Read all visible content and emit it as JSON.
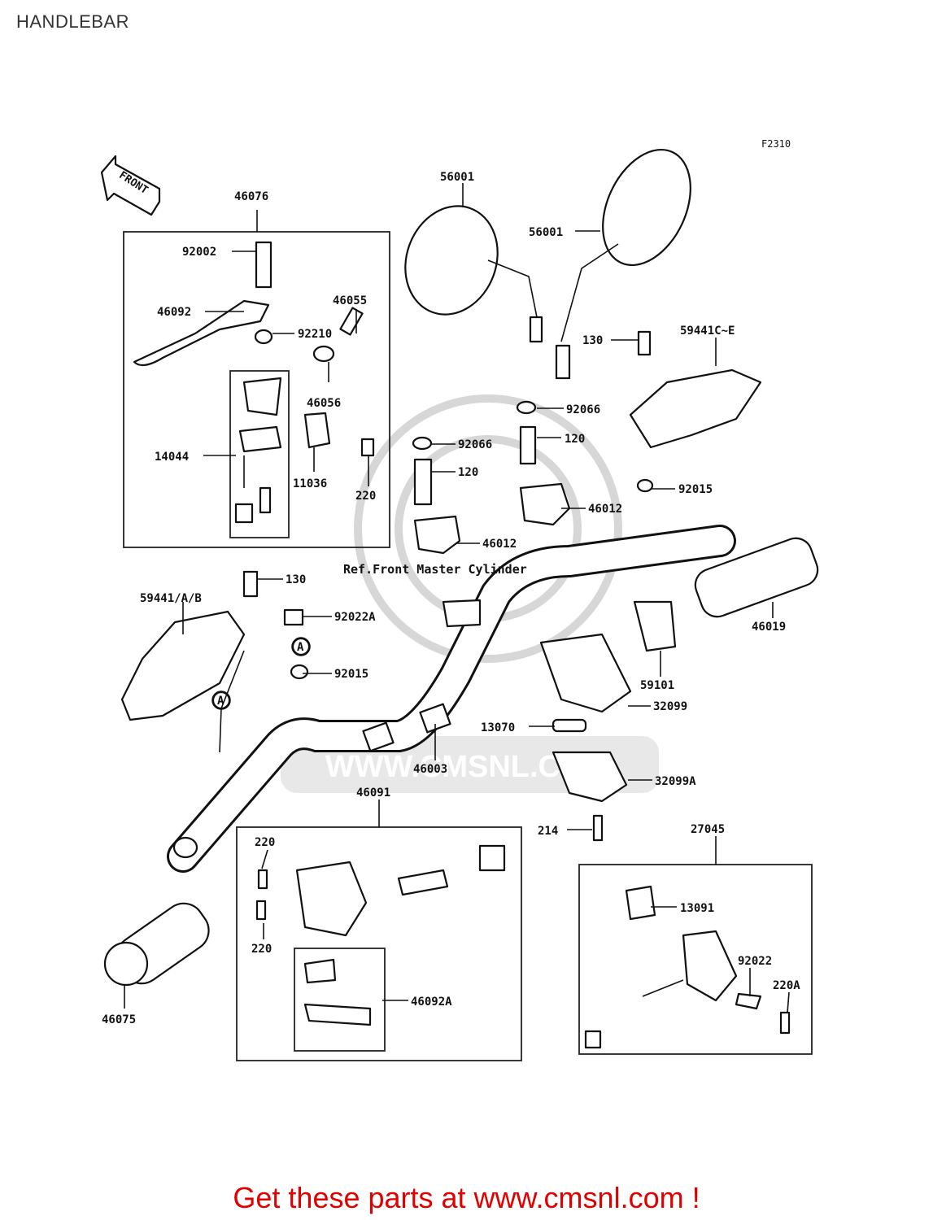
{
  "title": "HANDLEBAR",
  "figure_code": "F2310",
  "front_arrow_label": "FRONT",
  "reference_note": "Ref.Front Master Cylinder",
  "watermark": "WWW.CMSNL.COM",
  "footer": "Get these parts at www.cmsnl.com !",
  "colors": {
    "footer": "#e00000",
    "line": "#111111",
    "watermark": "#d7d7d7"
  },
  "callouts": [
    {
      "id": "46076",
      "text": "46076"
    },
    {
      "id": "92002",
      "text": "92002"
    },
    {
      "id": "46092",
      "text": "46092"
    },
    {
      "id": "92210",
      "text": "92210"
    },
    {
      "id": "46055",
      "text": "46055"
    },
    {
      "id": "46056",
      "text": "46056"
    },
    {
      "id": "14044",
      "text": "14044"
    },
    {
      "id": "11036",
      "text": "11036"
    },
    {
      "id": "220-left",
      "text": "220"
    },
    {
      "id": "56001-a",
      "text": "56001"
    },
    {
      "id": "56001-b",
      "text": "56001"
    },
    {
      "id": "130-right",
      "text": "130"
    },
    {
      "id": "59441C-E",
      "text": "59441C~E"
    },
    {
      "id": "92066-a",
      "text": "92066"
    },
    {
      "id": "120-a",
      "text": "120"
    },
    {
      "id": "92066-b",
      "text": "92066"
    },
    {
      "id": "120-b",
      "text": "120"
    },
    {
      "id": "92015-right",
      "text": "92015"
    },
    {
      "id": "46012-a",
      "text": "46012"
    },
    {
      "id": "46012-b",
      "text": "46012"
    },
    {
      "id": "130-left",
      "text": "130"
    },
    {
      "id": "59441AB",
      "text": "59441/A/B"
    },
    {
      "id": "92022A",
      "text": "92022A"
    },
    {
      "id": "marker-a1",
      "text": "A"
    },
    {
      "id": "92015-left",
      "text": "92015"
    },
    {
      "id": "marker-a2",
      "text": "A"
    },
    {
      "id": "46019",
      "text": "46019"
    },
    {
      "id": "59101",
      "text": "59101"
    },
    {
      "id": "32099",
      "text": "32099"
    },
    {
      "id": "13070",
      "text": "13070"
    },
    {
      "id": "46003",
      "text": "46003"
    },
    {
      "id": "32099A",
      "text": "32099A"
    },
    {
      "id": "46091",
      "text": "46091"
    },
    {
      "id": "214",
      "text": "214"
    },
    {
      "id": "27045",
      "text": "27045"
    },
    {
      "id": "220-a",
      "text": "220"
    },
    {
      "id": "220-b",
      "text": "220"
    },
    {
      "id": "46092A",
      "text": "46092A"
    },
    {
      "id": "13091",
      "text": "13091"
    },
    {
      "id": "92022",
      "text": "92022"
    },
    {
      "id": "220A",
      "text": "220A"
    },
    {
      "id": "46075",
      "text": "46075"
    }
  ]
}
